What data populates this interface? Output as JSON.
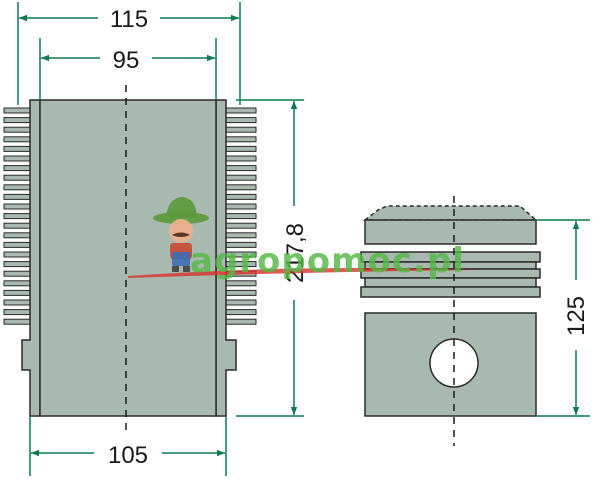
{
  "diagram": {
    "cylinder": {
      "dimensions": {
        "outer_fin_diameter": "115",
        "bore_diameter": "95",
        "overall_length": "217,8",
        "base_diameter": "105"
      }
    },
    "piston": {
      "dimensions": {
        "height": "125"
      }
    },
    "watermark": {
      "text": "agropomoc.pl"
    },
    "colors": {
      "part_fill": "#a8b9b0",
      "part_outline": "#2a2a2a",
      "dimension_line": "#0e7a4f",
      "watermark_green": "#55b845",
      "watermark_red": "#d9302c"
    }
  }
}
